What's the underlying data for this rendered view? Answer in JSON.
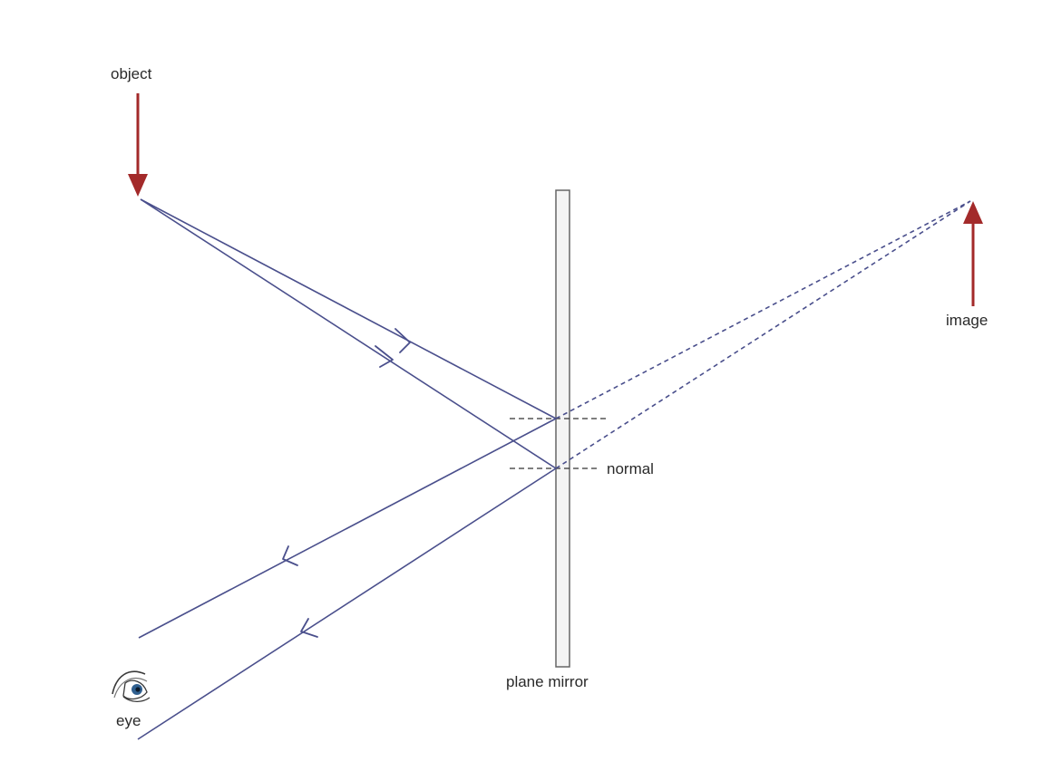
{
  "labels": {
    "object": "object",
    "image": "image",
    "normal": "normal",
    "plane_mirror": "plane mirror",
    "eye": "eye"
  },
  "colors": {
    "object_arrow": "#a32a2a",
    "image_arrow": "#a32a2a",
    "rays": "#4a4f8c",
    "mirror_stroke": "#666666",
    "mirror_fill": "#f4f4f4",
    "eye_iris": "#2f5f8f"
  },
  "icons": {
    "eye": "eye-icon"
  }
}
